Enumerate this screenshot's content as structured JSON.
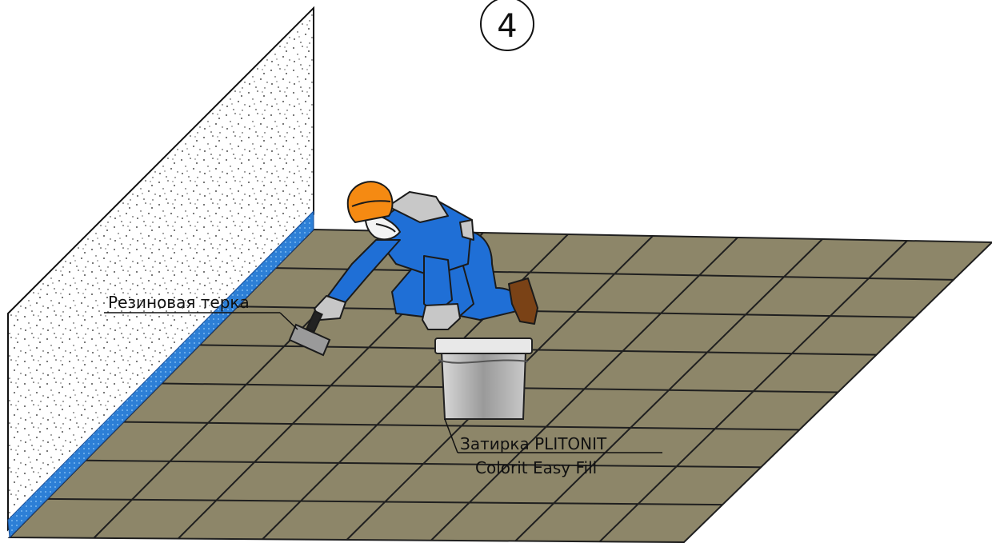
{
  "step": {
    "number": "4"
  },
  "callouts": {
    "trowel_label": "Резиновая терка",
    "grout_line1": "Затирка PLITONIT",
    "grout_line2": "Colorit Easy Fill"
  },
  "colors": {
    "floor_tile": "#8d8669",
    "grout_line": "#1f1f1f",
    "wall_stipple": "#1a1a1a",
    "waterproof_band": "#2d7fd6",
    "overalls": "#1f6fd6",
    "helmet": "#f58a12",
    "boot": "#7a4216",
    "bucket": "#9a9a9a"
  }
}
